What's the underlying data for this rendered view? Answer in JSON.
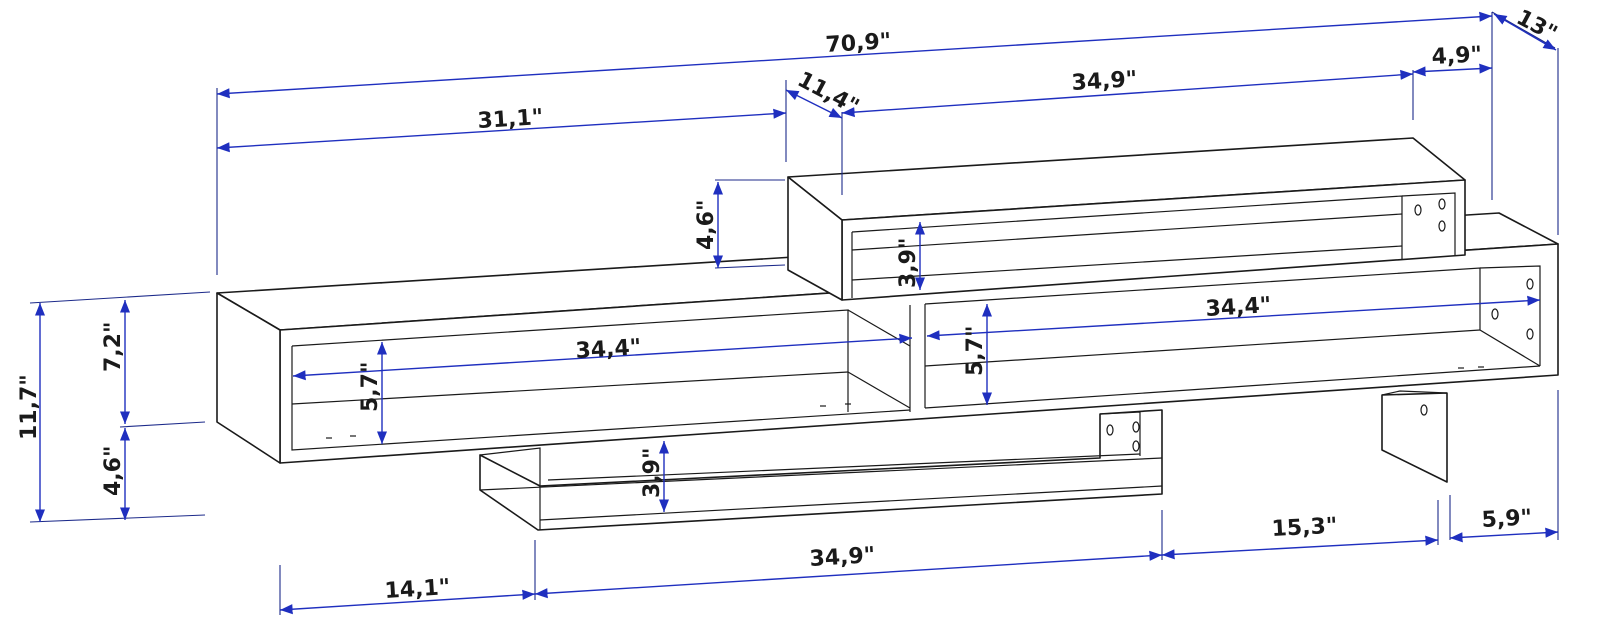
{
  "dimensions": {
    "overall_width": "70,9\"",
    "overall_depth": "13\"",
    "left_unit_width": "31,1\"",
    "offset_top": "11,4\"",
    "top_shelf_width": "34,9\"",
    "right_overhang": "4,9\"",
    "top_riser_height": "4,6\"",
    "top_opening_height": "3,9\"",
    "total_height": "11,7\"",
    "main_unit_height": "7,2\"",
    "base_height": "4,6\"",
    "left_opening_width": "34,4\"",
    "left_opening_height": "5,7\"",
    "right_opening_width": "34,4\"",
    "right_opening_height": "5,7\"",
    "lower_opening_height": "3,9\"",
    "bottom_left_offset": "14,1\"",
    "bottom_shelf_width": "34,9\"",
    "bottom_gap": "15,3\"",
    "leg_offset": "5,9\""
  },
  "colors": {
    "dimension_line": "#1f2fbf",
    "outline": "#1a1a1a"
  }
}
